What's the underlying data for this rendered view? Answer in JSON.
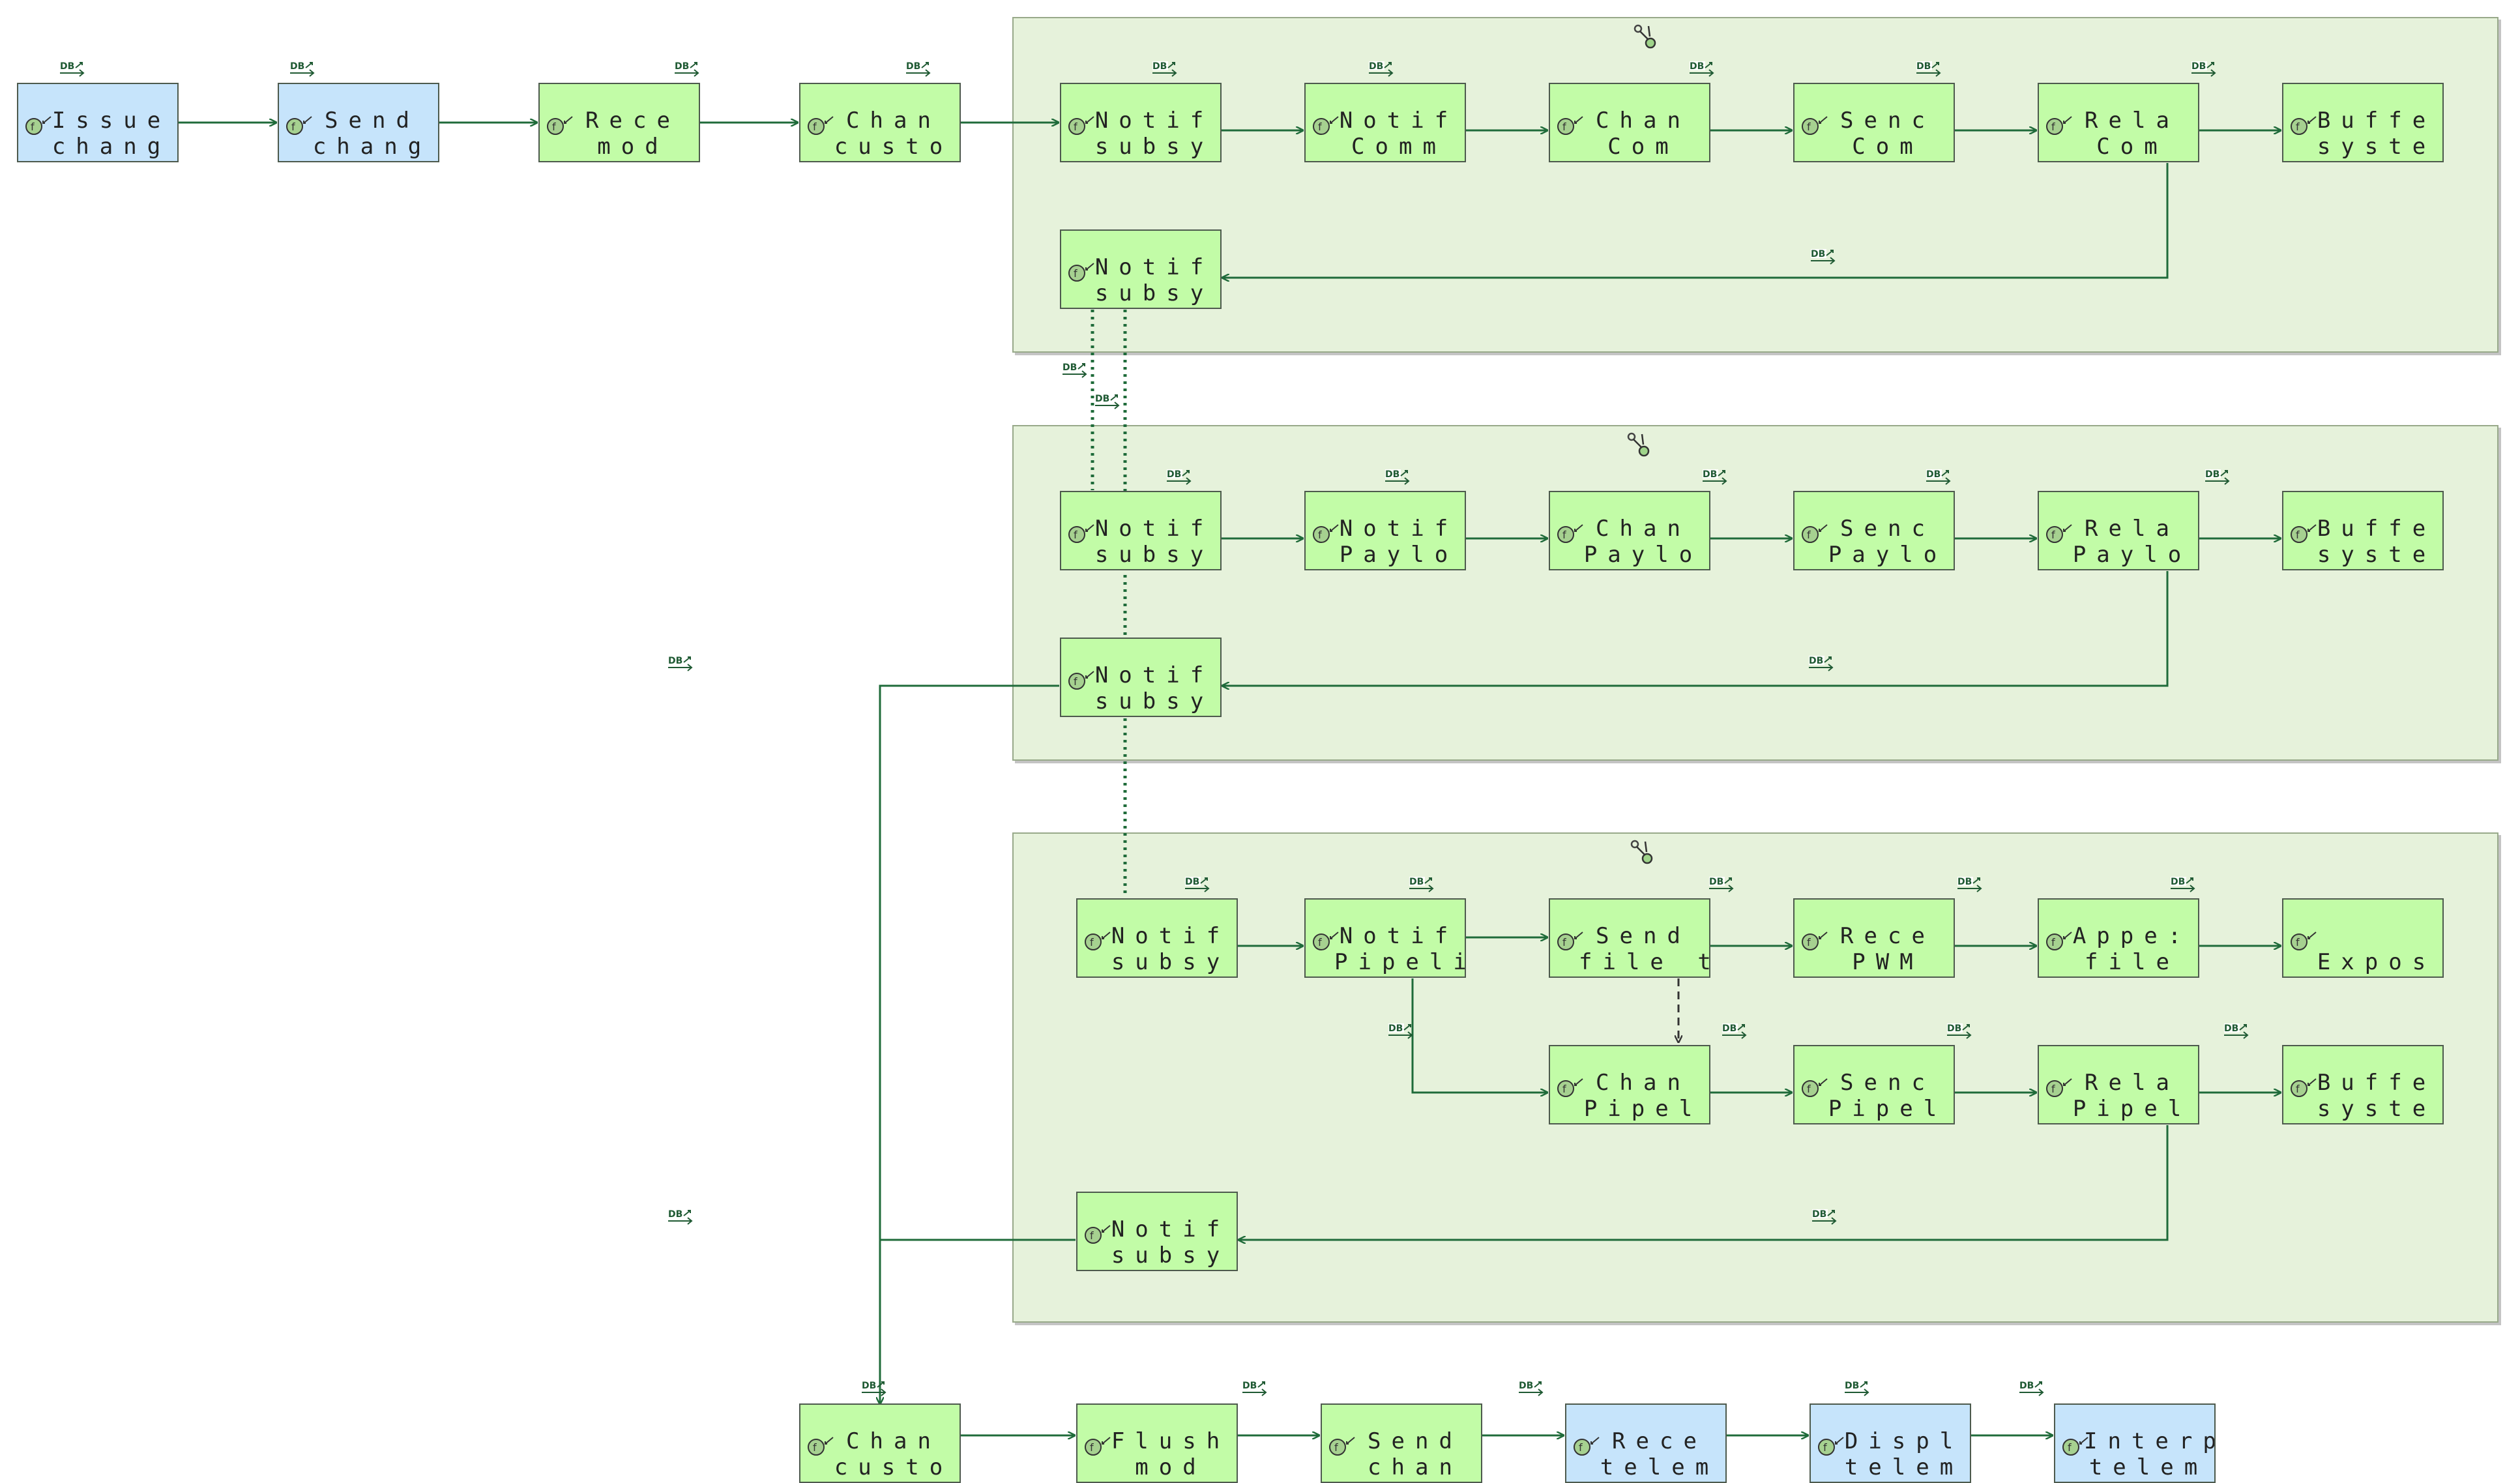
{
  "colors": {
    "node_green": "#c2fca7",
    "node_blue": "#c6e4fb",
    "group_fill": "#e6f2db",
    "edge": "#1f6b3a",
    "border": "#4d5a4d"
  },
  "icons": {
    "node": "function-icon",
    "edge_label": "data-flow-icon",
    "group": "fork-icon"
  },
  "nodes": {
    "issue": {
      "line1": "Issue",
      "line2": "chang"
    },
    "send_top": {
      "line1": "Send",
      "line2": "chang"
    },
    "rece_top": {
      "line1": "Rece",
      "line2": "mod"
    },
    "chan_top": {
      "line1": "Chan",
      "line2": "custo"
    },
    "g1_notif1": {
      "line1": "Notif",
      "line2": "subsy"
    },
    "g1_notif2": {
      "line1": "Notif",
      "line2": "Comm"
    },
    "g1_chan": {
      "line1": "Chan",
      "line2": "Com"
    },
    "g1_send": {
      "line1": "Senc",
      "line2": "Com"
    },
    "g1_rela": {
      "line1": "Rela",
      "line2": "Com"
    },
    "g1_buff": {
      "line1": "Buffe",
      "line2": "syste"
    },
    "g1_notif3": {
      "line1": "Notif",
      "line2": "subsy"
    },
    "g2_notif1": {
      "line1": "Notif",
      "line2": "subsy"
    },
    "g2_notif2": {
      "line1": "Notif",
      "line2": "Paylo"
    },
    "g2_chan": {
      "line1": "Chan",
      "line2": "Paylo"
    },
    "g2_send": {
      "line1": "Senc",
      "line2": "Paylo"
    },
    "g2_rela": {
      "line1": "Rela",
      "line2": "Paylo"
    },
    "g2_buff": {
      "line1": "Buffe",
      "line2": "syste"
    },
    "g2_notif3": {
      "line1": "Notif",
      "line2": "subsy"
    },
    "g3_notif1": {
      "line1": "Notif",
      "line2": "subsy"
    },
    "g3_notif2": {
      "line1": "Notif",
      "line2": "Pipeli"
    },
    "g3_sendfile": {
      "line1": "Send",
      "line2": "file tra"
    },
    "g3_rece": {
      "line1": "Rece",
      "line2": "PWM"
    },
    "g3_appe": {
      "line1": "Appe:",
      "line2": "file"
    },
    "g3_expos": {
      "line1": "Expos",
      "line2": ""
    },
    "g3_chan": {
      "line1": "Chan",
      "line2": "Pipel"
    },
    "g3_send": {
      "line1": "Senc",
      "line2": "Pipel"
    },
    "g3_rela": {
      "line1": "Rela",
      "line2": "Pipel"
    },
    "g3_buff": {
      "line1": "Buffe",
      "line2": "syste"
    },
    "g3_notif3": {
      "line1": "Notif",
      "line2": "subsy"
    },
    "b_chan": {
      "line1": "Chan",
      "line2": "custo"
    },
    "b_flush": {
      "line1": "Flush",
      "line2": "mod"
    },
    "b_send": {
      "line1": "Send",
      "line2": "chan"
    },
    "b_rece": {
      "line1": "Rece",
      "line2": "telem"
    },
    "b_disp": {
      "line1": "Displ",
      "line2": "telem"
    },
    "b_inter": {
      "line1": "Interp",
      "line2": "telem"
    }
  }
}
